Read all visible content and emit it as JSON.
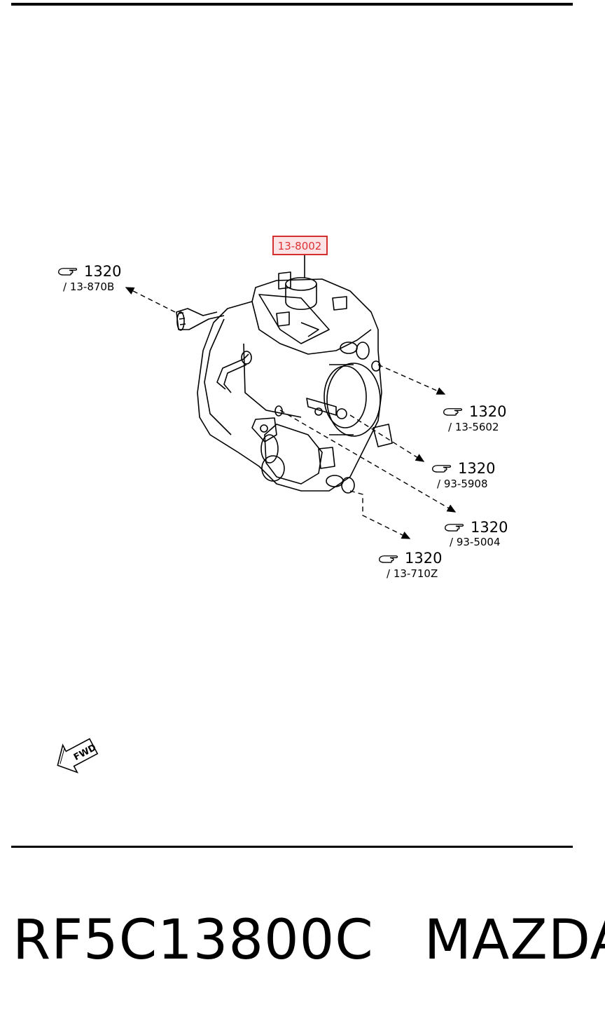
{
  "highlighted_part": "13-8002",
  "callouts": [
    {
      "num": "1320",
      "ref": "/ 13-870B"
    },
    {
      "num": "1320",
      "ref": "/ 13-5602"
    },
    {
      "num": "1320",
      "ref": "/ 93-5908"
    },
    {
      "num": "1320",
      "ref": "/ 93-5004"
    },
    {
      "num": "1320",
      "ref": "/ 13-710Z"
    }
  ],
  "fwd_label": "FWD",
  "footer": {
    "part_number": "RF5C13800C",
    "brand": "MAZDA"
  },
  "colors": {
    "highlight_border": "#d32f2f",
    "highlight_fill": "#fbe3e6",
    "line": "#000000"
  },
  "icons": [
    "pointing-hand-icon",
    "fwd-arrow-icon"
  ]
}
